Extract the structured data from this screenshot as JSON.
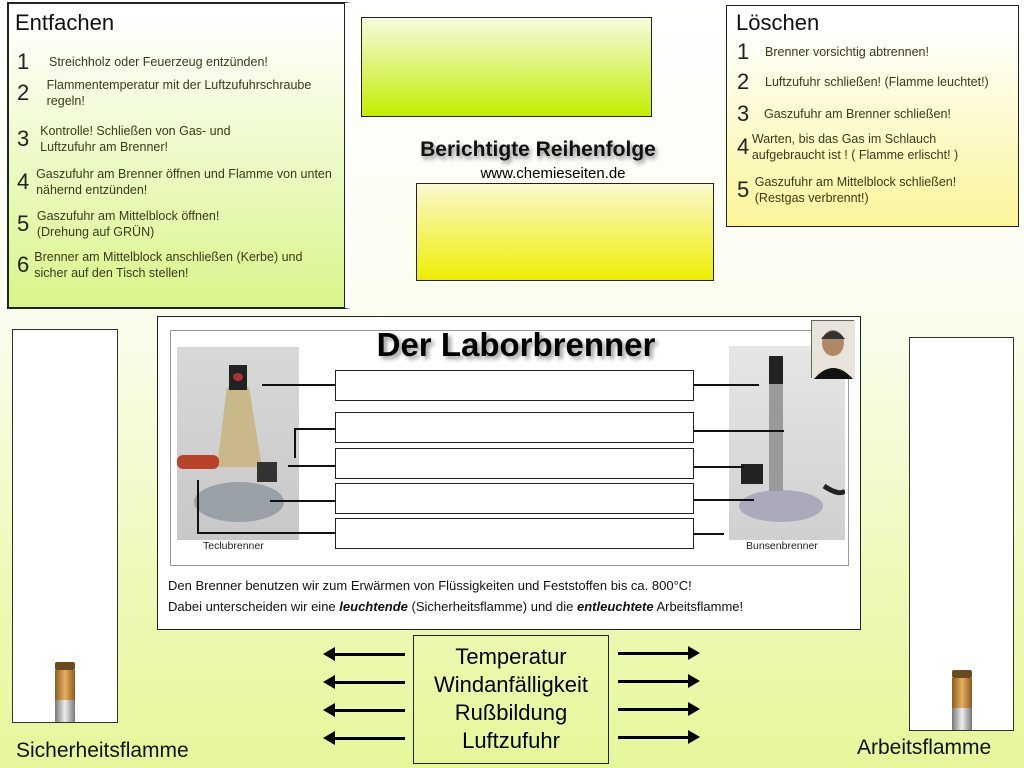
{
  "entfachen": {
    "title": "Entfachen",
    "steps": [
      {
        "n": "1",
        "text": "Streichholz oder Feuerzeug  entzünden!"
      },
      {
        "n": "2",
        "text": "Flammentemperatur  mit der Luftzufuhrschraube regeln!"
      },
      {
        "n": "3",
        "text": "Kontrolle! Schließen von Gas- und Luftzufuhr am Brenner!"
      },
      {
        "n": "4",
        "text": "Gaszufuhr am Brenner  öffnen und Flamme von unten nähernd  entzünden!"
      },
      {
        "n": "5",
        "text": "Gaszufuhr am Mittelblock öffnen! (Drehung auf GRÜN)"
      },
      {
        "n": "6",
        "text": "Brenner am Mittelblock anschließen (Kerbe) und sicher auf den Tisch stellen!"
      }
    ]
  },
  "loeschen": {
    "title": "Löschen",
    "steps": [
      {
        "n": "1",
        "text": "Brenner vorsichtig abtrennen!"
      },
      {
        "n": "2",
        "text": "Luftzufuhr schließen!  (Flamme leuchtet!)"
      },
      {
        "n": "3",
        "text": "Gaszufuhr am Brenner  schließen!"
      },
      {
        "n": "4",
        "text": "Warten, bis das Gas im Schlauch aufgebraucht ist !  ( Flamme erlischt! )"
      },
      {
        "n": "5",
        "text": "Gaszufuhr am Mittelblock schließen! (Restgas verbrennt!)"
      }
    ]
  },
  "center_header": {
    "title": "Berichtigte Reihenfolge",
    "url": "www.chemieseiten.de"
  },
  "panel": {
    "title": "Der Laborbrenner",
    "left_caption": "Teclubrenner",
    "right_caption": "Bunsenbrenner",
    "line1": "Den Brenner benutzen  wir zum Erwärmen von Flüssigkeiten und Feststoffen  bis ca. 800°C!",
    "line2_a": "Dabei unterscheiden wir eine ",
    "line2_b": "leuchtende",
    "line2_c": " (Sicherheitsflamme)  und die ",
    "line2_d": "entleuchtete",
    "line2_e": " Arbeitsflamme!"
  },
  "properties": [
    "Temperatur",
    "Windanfälligkeit",
    "Rußbildung",
    "Luftzufuhr"
  ],
  "footer": {
    "left": "Sicherheitsflamme",
    "right": "Arbeitsflamme"
  }
}
